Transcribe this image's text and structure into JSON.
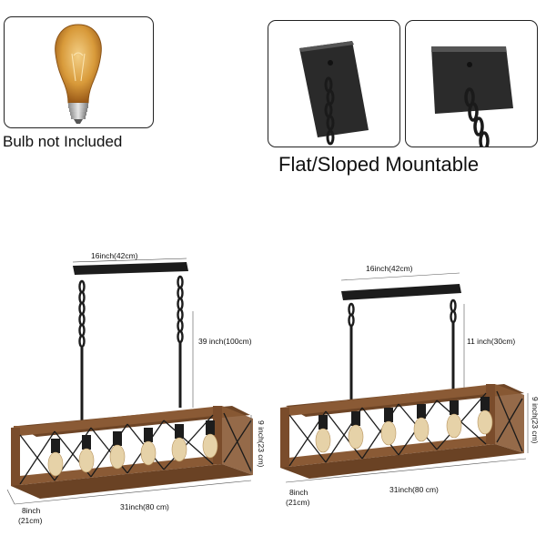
{
  "captions": {
    "bulb": "Bulb not Included",
    "mount": "Flat/Sloped Mountable"
  },
  "fixture_large": {
    "canopy_width": "16inch(42cm)",
    "chain_length": "39 inch(100cm)",
    "height": "9 inch(23 cm)",
    "depth_line1": "8inch",
    "depth_line2": "(21cm)",
    "length": "31inch(80 cm)"
  },
  "fixture_small": {
    "canopy_width": "16inch(42cm)",
    "chain_length": "11 inch(30cm)",
    "height": "9 inch(23 cm)",
    "depth_line1": "8inch",
    "depth_line2": "(21cm)",
    "length": "31inch(80 cm)"
  },
  "colors": {
    "wood": "#8a5a35",
    "metal": "#1c1c1c",
    "bulb_glow": "#d89a3a"
  }
}
